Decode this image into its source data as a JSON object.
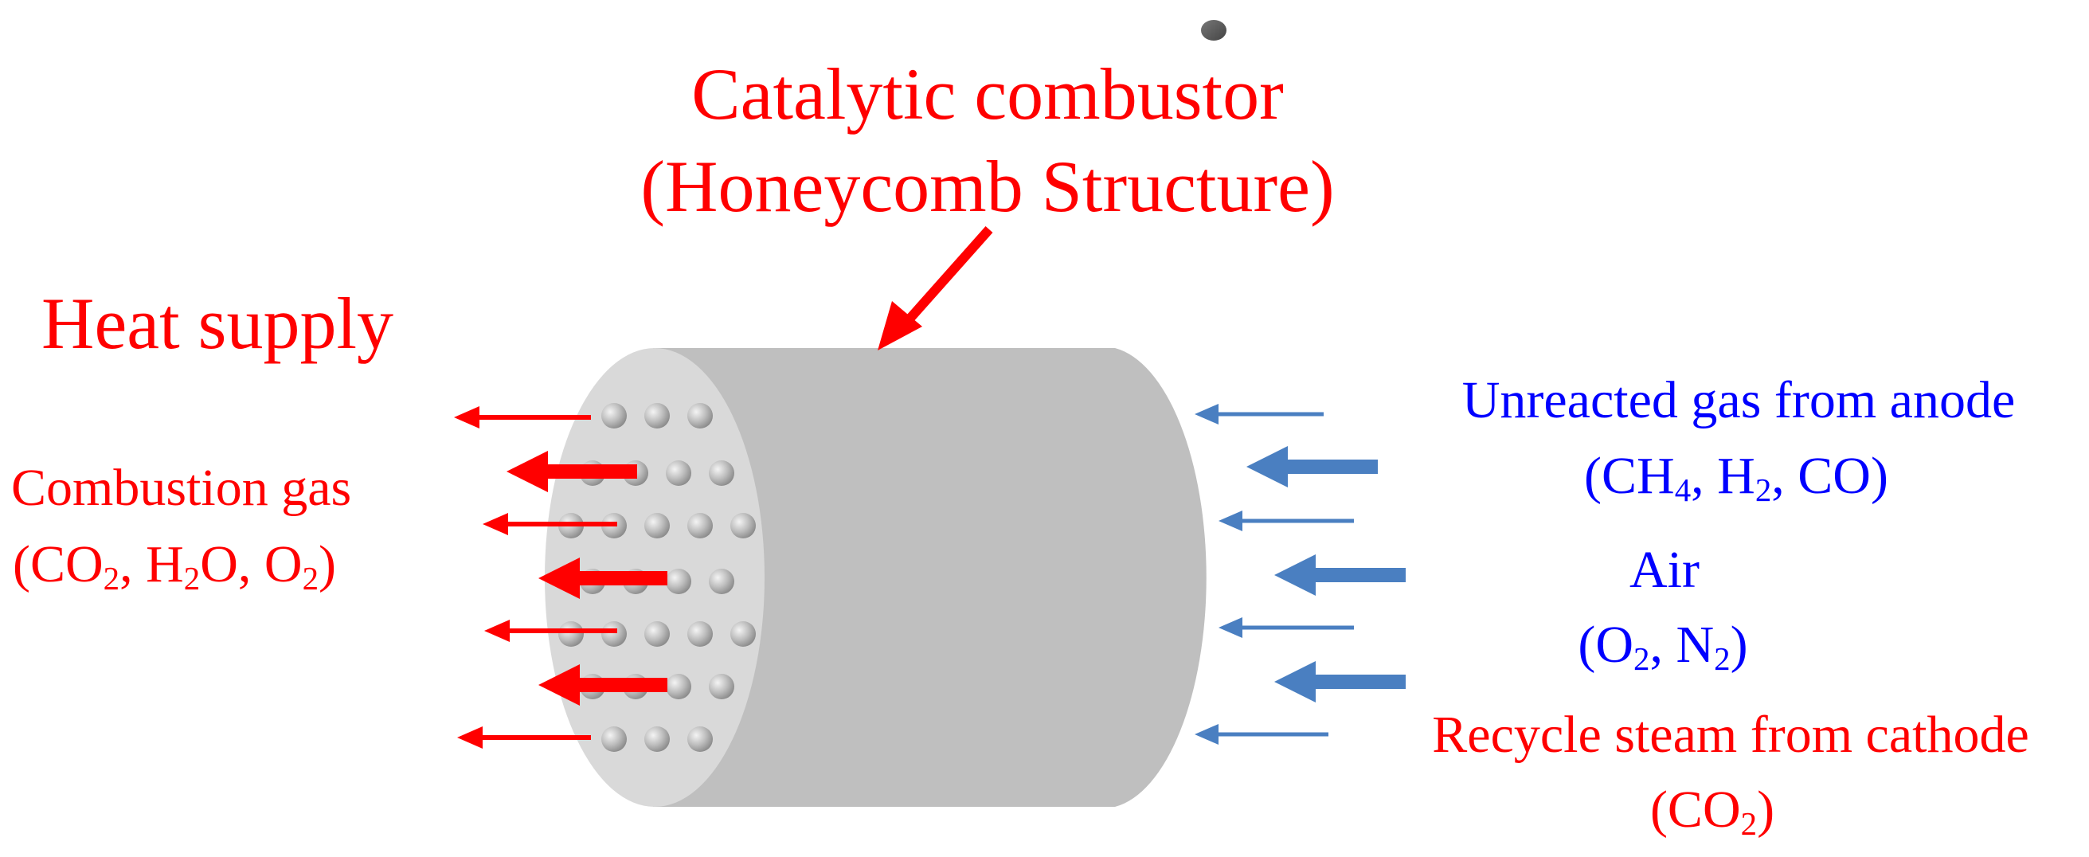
{
  "colors": {
    "red": "#ff0000",
    "blue_text": "#0000ff",
    "blue_arrow": "#4a7fc1",
    "cylinder_body": "#bfbfbf",
    "cylinder_face": "#d9d9d9"
  },
  "combustor": {
    "title": "Catalytic combustor",
    "subtitle": "(Honeycomb Structure)"
  },
  "heat_supply": "Heat supply",
  "outlet": {
    "label": "Combustion gas",
    "species": [
      "CO",
      "2",
      ", H",
      "2",
      "O, O",
      "2",
      ")"
    ],
    "species_prefix": "("
  },
  "inlets": {
    "anode": {
      "label": "Unreacted gas from anode",
      "species_prefix": "(",
      "species": [
        "CH",
        "4",
        ", H",
        "2",
        ", CO)"
      ]
    },
    "air": {
      "label": "Air",
      "species_prefix": "(",
      "species": [
        "O",
        "2",
        ", N",
        "2",
        ")"
      ]
    },
    "cathode": {
      "label": "Recycle steam from cathode",
      "species_prefix": "(",
      "species": [
        "CO",
        "2",
        ")"
      ]
    }
  }
}
